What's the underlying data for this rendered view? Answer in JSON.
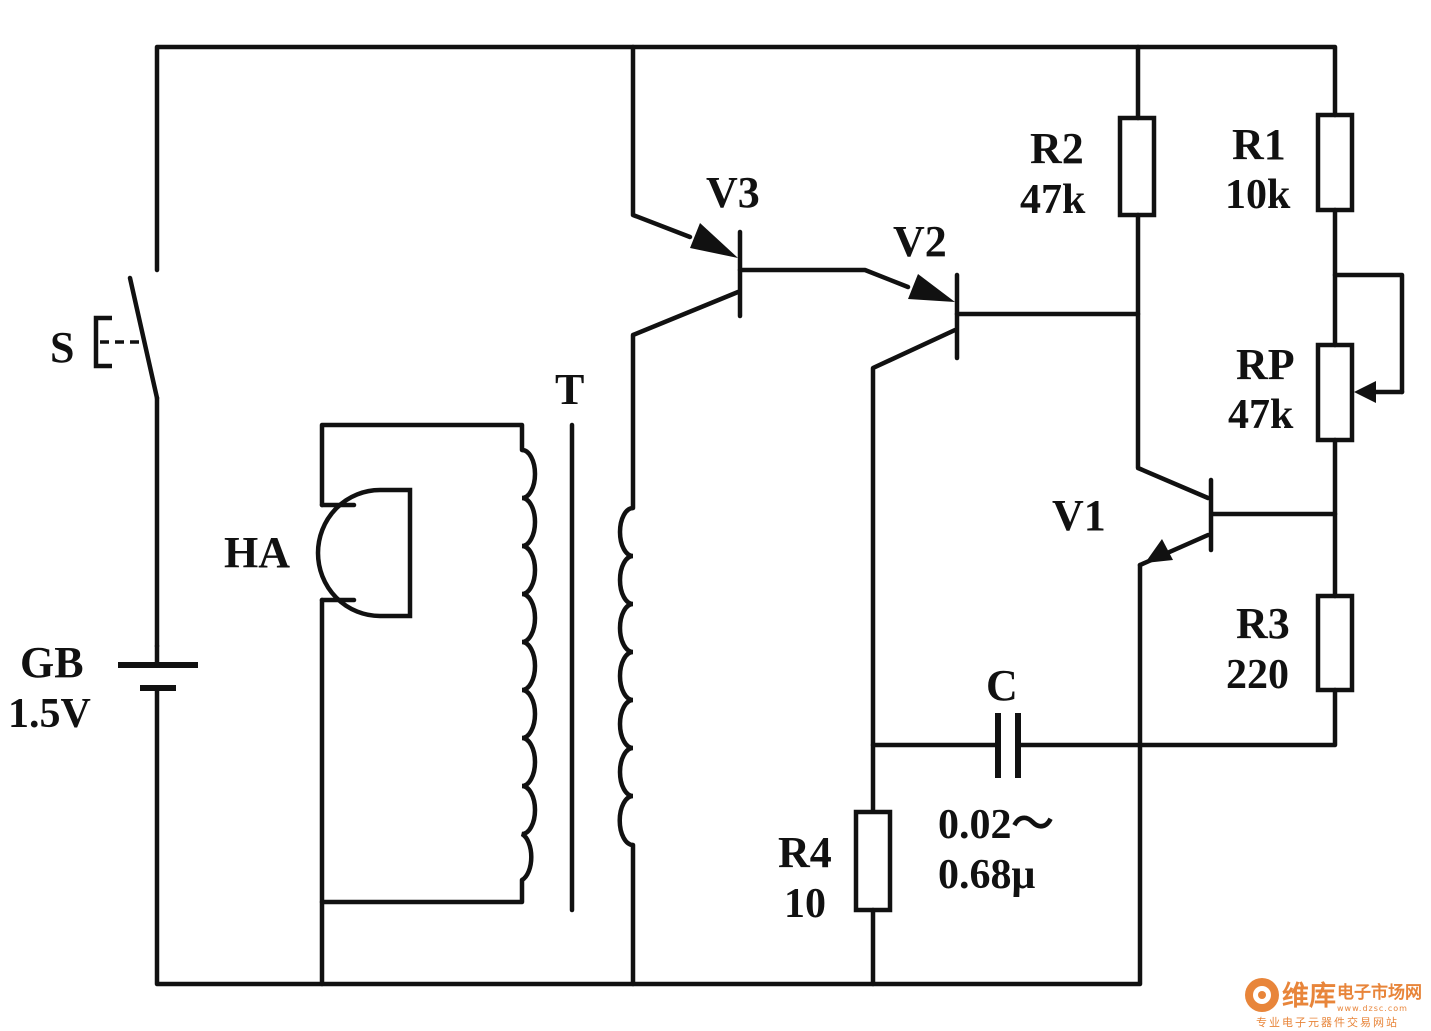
{
  "components": {
    "switch": {
      "ref": "S"
    },
    "battery": {
      "ref": "GB",
      "value": "1.5V"
    },
    "buzzer": {
      "ref": "HA"
    },
    "transformer": {
      "ref": "T"
    },
    "transistor_v1": {
      "ref": "V1"
    },
    "transistor_v2": {
      "ref": "V2"
    },
    "transistor_v3": {
      "ref": "V3"
    },
    "resistor_r1": {
      "ref": "R1",
      "value": "10k"
    },
    "resistor_r2": {
      "ref": "R2",
      "value": "47k"
    },
    "resistor_r3": {
      "ref": "R3",
      "value": "220"
    },
    "resistor_r4": {
      "ref": "R4",
      "value": "10"
    },
    "potentiometer": {
      "ref": "RP",
      "value": "47k"
    },
    "capacitor": {
      "ref": "C",
      "value_line1": "0.02～",
      "value_line2": "0.68μ"
    }
  },
  "watermark": {
    "brand": "维库",
    "site_name": "电子市场网",
    "url": "www.dzsc.com",
    "tagline": "专业电子元器件交易网站"
  },
  "colors": {
    "ink": "#111111",
    "background": "#ffffff",
    "watermark": "#e8853a"
  }
}
